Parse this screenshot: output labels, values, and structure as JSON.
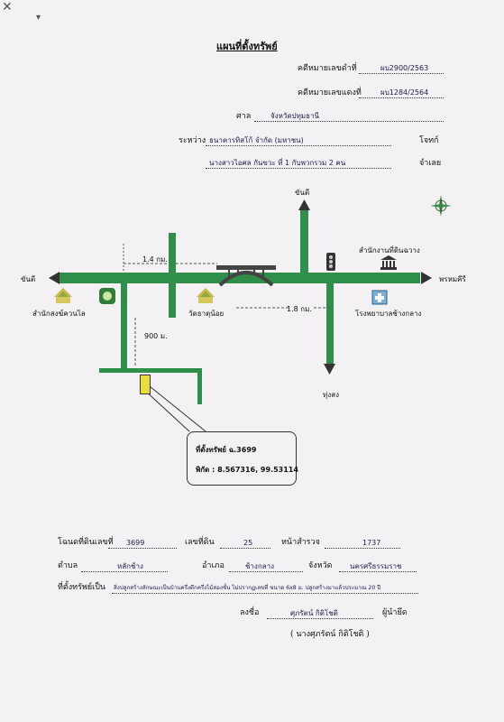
{
  "title": "แผนที่ตั้งทรัพย์",
  "header": {
    "black_case_label": "คดีหมายเลขดำที่",
    "black_case_no": "ผบ2900/2563",
    "red_case_label": "คดีหมายเลขแดงที่",
    "red_case_no": "ผบ1284/2564",
    "court_label": "ศาล",
    "court_value": "จังหวัดปทุมธานี",
    "between_label": "ระหว่าง",
    "plaintiff_value": "ธนาคารทิสโก้ จำกัด (มหาชน)",
    "plaintiff_role": "โจทก์",
    "defendant_value": "นางสาวไอศล กันขวะ ที่ 1 กับพวกรวม 2 คน",
    "defendant_role": "จำเลย"
  },
  "map": {
    "north_top": "ขันตี",
    "left_end": "ขันตี",
    "right_end": "พรหมคีรี",
    "bottom_road": "ทุ่งสง",
    "dist_top": "1.4 กม.",
    "dist_right": "1.8 กม.",
    "dist_vertical": "900 ม.",
    "place_office": "สำนักงานที่ดินฉวาง",
    "place_temple_left": "สำนักสงฆ์ควนไล",
    "place_temple_mid": "วัดธาตุน้อย",
    "place_hospital": "โรงพยาบาลช้างกลาง",
    "callout_title": "ที่ตั้งทรัพย์ ฉ.3699",
    "callout_coords": "พิกัด : 8.567316, 99.53114"
  },
  "form": {
    "deed_label": "โฉนดที่ดินเลขที่",
    "deed_no": "3699",
    "land_no_label": "เลขที่ดิน",
    "land_no": "25",
    "survey_label": "หน้าสำรวจ",
    "survey_no": "1737",
    "subdistrict_label": "ตำบล",
    "subdistrict": "หลักช้าง",
    "district_label": "อำเภอ",
    "district": "ช้างกลาง",
    "province_label": "จังหวัด",
    "province": "นครศรีธรรมราช",
    "property_label": "ที่ตั้งทรัพย์เป็น",
    "property_desc": "สิ่งปลูกสร้างลักษณะเป็นบ้านครึ่งตึกครึ่งไม้สองชั้น ไม่ปรากฏเลขที่ ขนาด 6x8 ม. ปลูกสร้างมาแล้วประมาณ 20 ปี",
    "sign_label": "ลงชื่อ",
    "sign_name": "ศุภรัตน์ กิติโชติ",
    "sign_role": "ผู้นำยึด",
    "sign_printed": "( นางศุภรัตน์ กิติโชติ )"
  }
}
